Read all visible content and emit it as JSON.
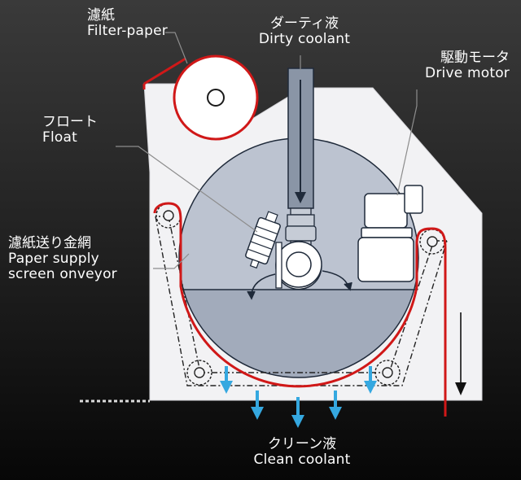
{
  "labels": {
    "filter_paper": {
      "jp": "濾紙",
      "en": "Filter-paper"
    },
    "dirty_coolant": {
      "jp": "ダーティ液",
      "en": "Dirty coolant"
    },
    "drive_motor": {
      "jp": "駆動モータ",
      "en": "Drive motor"
    },
    "float": {
      "jp": "フロート",
      "en": "Float"
    },
    "conveyor": {
      "jp": "濾紙送り金網",
      "en1": "Paper supply",
      "en2": "screen onveyor"
    },
    "clean_coolant": {
      "jp": "クリーン液",
      "en": "Clean coolant"
    }
  },
  "colors": {
    "housing": "#f2f2f4",
    "drum": "#bcc3d0",
    "liquid": "#a2abbb",
    "paper": "#d01818",
    "flow_arrow": "#35a8e0",
    "pipe": "#8a95a6",
    "leader": "#8d8d8d"
  }
}
